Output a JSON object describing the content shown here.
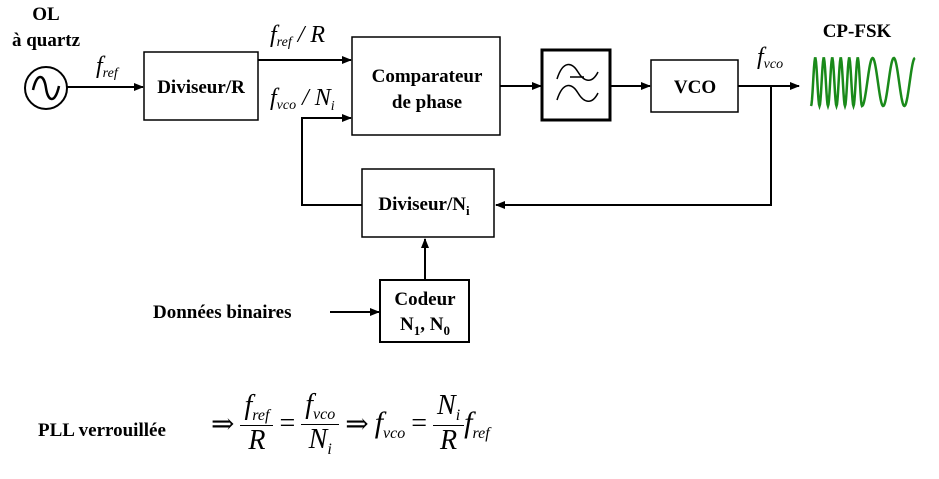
{
  "oscillator": {
    "title_line1": "OL",
    "title_line2": "à quartz",
    "icon": "sine-source-icon"
  },
  "signals": {
    "f_ref": {
      "f": "f",
      "sub": "ref"
    },
    "f_ref_over_R": {
      "f": "f",
      "sub": "ref",
      "rest": " / R"
    },
    "f_vco_over_Ni": {
      "f": "f",
      "sub": "vco",
      "rest": " / N",
      "rest_sub": "i"
    },
    "f_vco": {
      "f": "f",
      "sub": "vco"
    }
  },
  "blocks": {
    "divider_r": {
      "label": "Diviseur/R"
    },
    "comparator": {
      "line1": "Comparateur",
      "line2": "de phase"
    },
    "filter": {
      "icon": "low-pass-filter-icon"
    },
    "vco": {
      "label": "VCO"
    },
    "divider_n": {
      "label": "Diviseur/N",
      "sub": "i"
    },
    "encoder": {
      "line1": "Codeur",
      "line2_a": "N",
      "line2_a_sub": "1",
      "line2_sep": ", N",
      "line2_b_sub": "0"
    }
  },
  "input": {
    "label": "Données binaires"
  },
  "output": {
    "label": "CP-FSK",
    "wave_color": "#1a8a1a",
    "fast_cycles": 6,
    "slow_cycles": 2.5
  },
  "equation": {
    "label": "PLL verrouillée",
    "implies": "⇒",
    "equals": "=",
    "frac1_num_f": "f",
    "frac1_num_sub": "ref",
    "frac1_den": "R",
    "frac2_num_f": "f",
    "frac2_num_sub": "vco",
    "frac2_den": "N",
    "frac2_den_sub": "i",
    "lhs_f": "f",
    "lhs_sub": "vco",
    "frac3_num": "N",
    "frac3_num_sub": "i",
    "frac3_den": "R",
    "rhs_f": "f",
    "rhs_sub": "ref"
  }
}
